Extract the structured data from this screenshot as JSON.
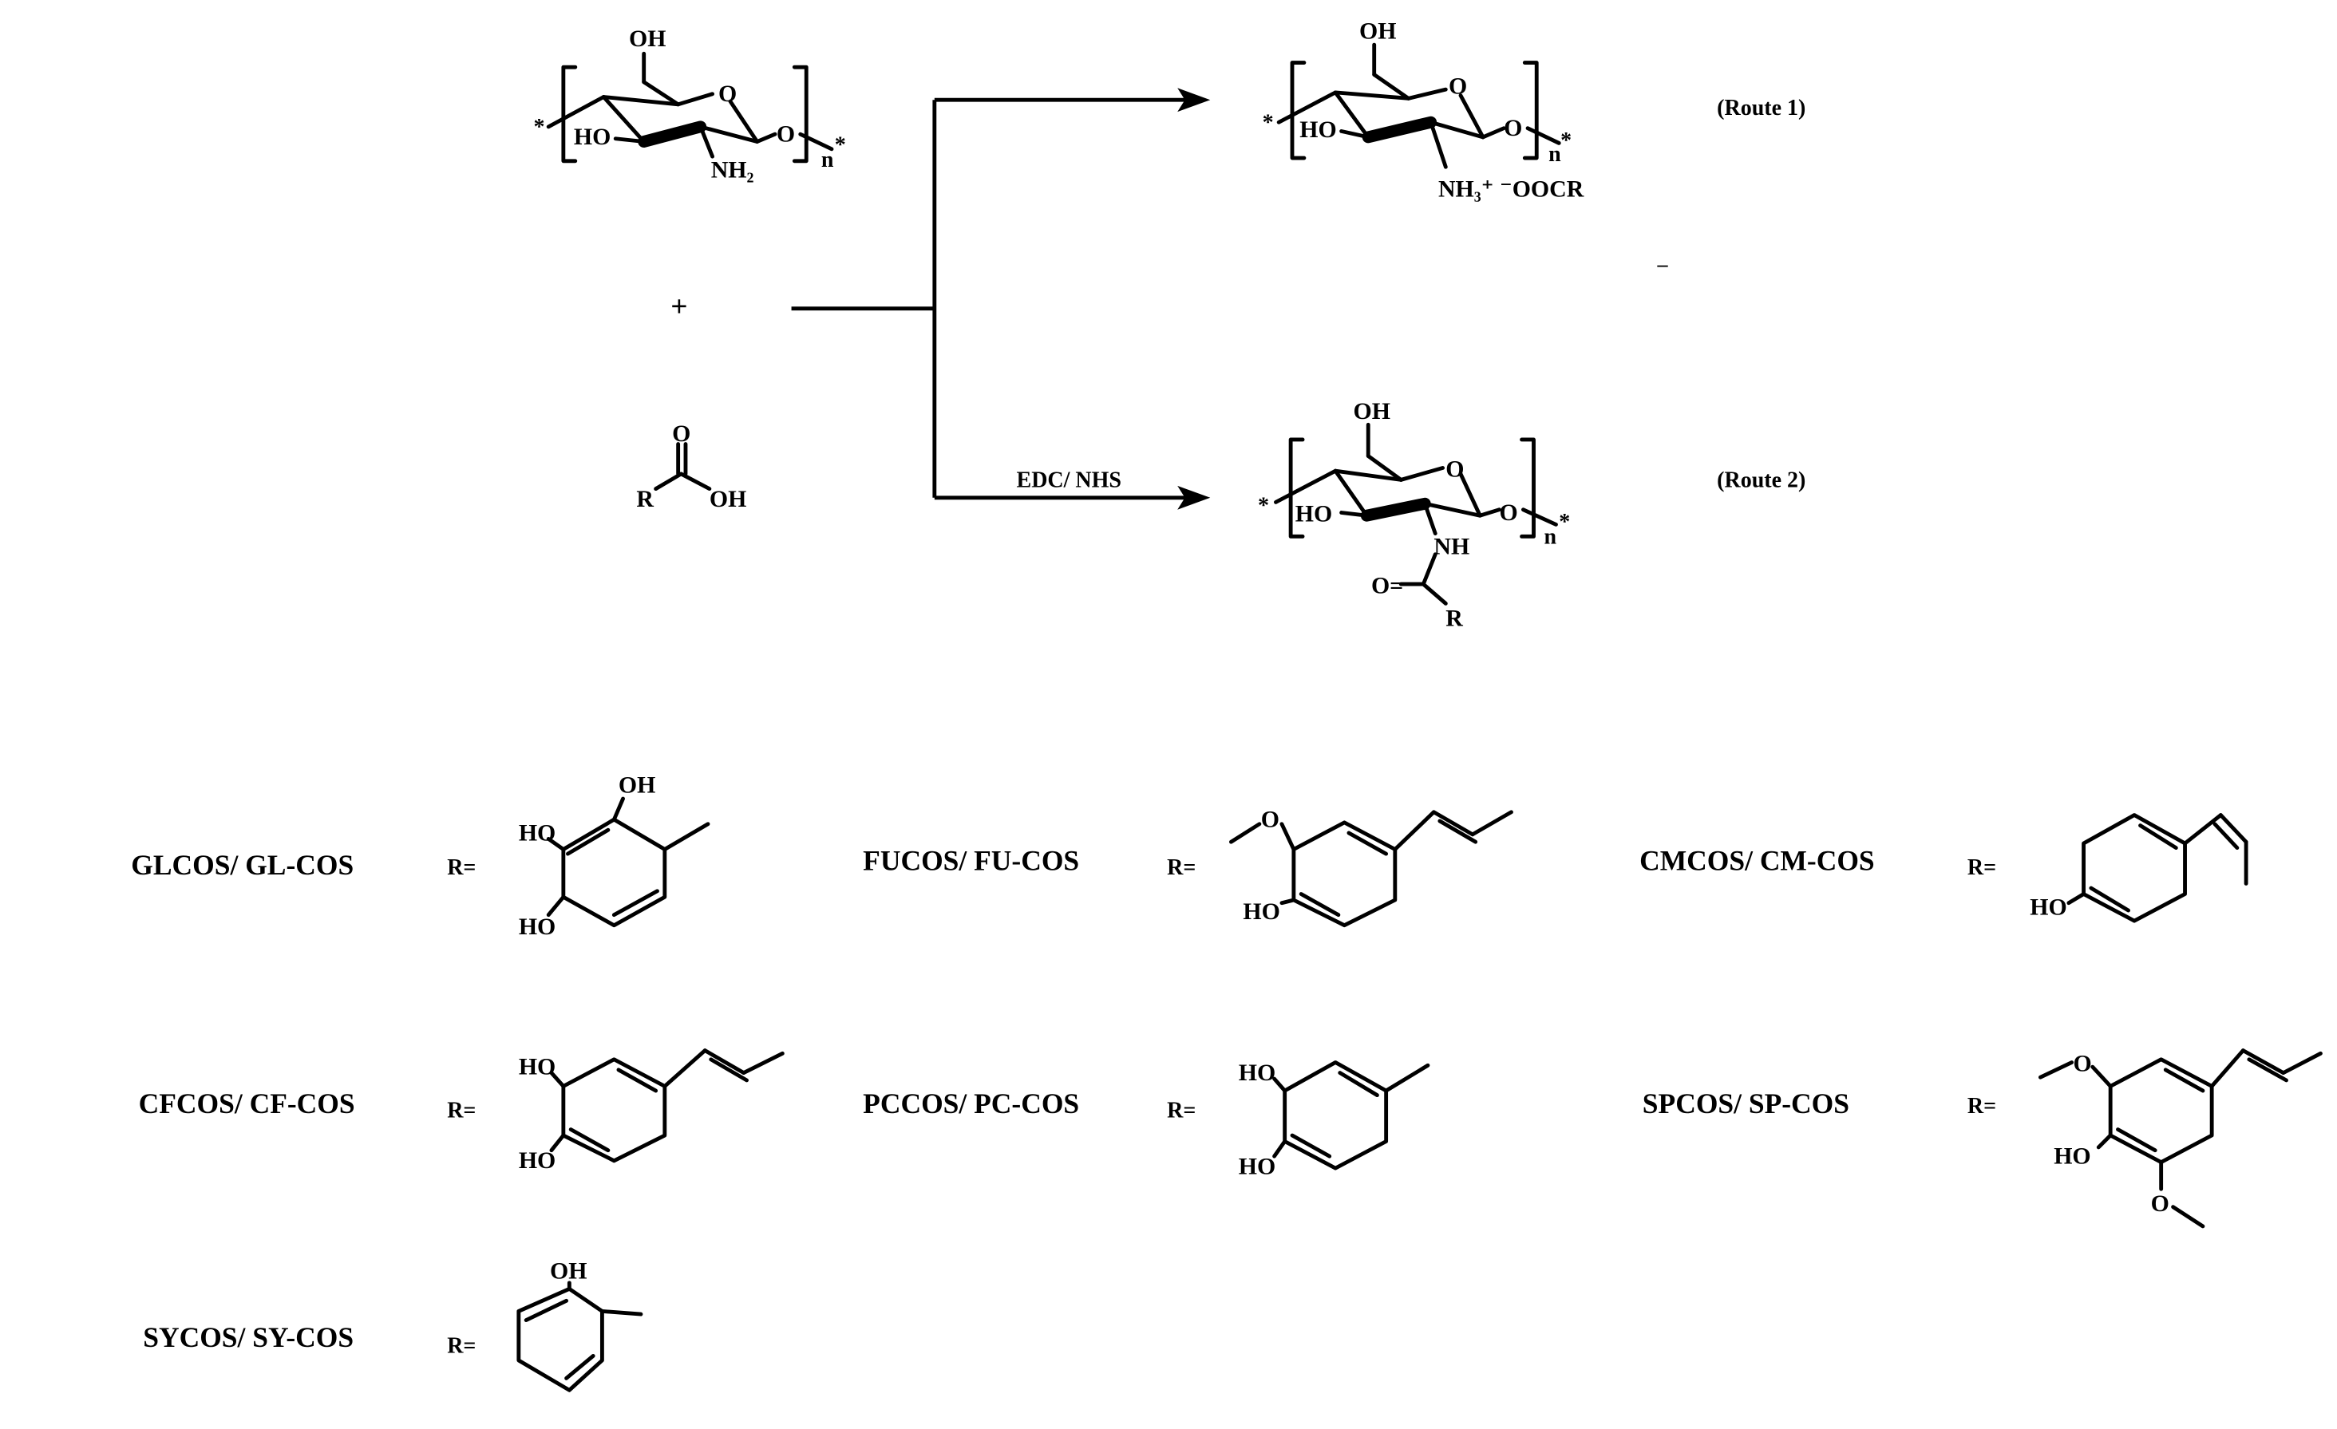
{
  "reaction": {
    "plus": "+",
    "dash": "–",
    "reagent_label": "EDC/ NHS",
    "route1_label": "(Route 1)",
    "route2_label": "(Route 2)"
  },
  "chitosan": {
    "oh": "OH",
    "ring_o": "O",
    "ho": "HO",
    "nh2": "NH₂",
    "glyco_o": "O",
    "star_left": "*",
    "star_right": "*",
    "n": "n"
  },
  "acid": {
    "o": "O",
    "r": "R",
    "oh": "OH"
  },
  "product1": {
    "oh": "OH",
    "ring_o": "O",
    "ho": "HO",
    "nh3": "NH₃⁺ ⁻OOCR",
    "glyco_o": "O",
    "star_left": "*",
    "star_right": "*",
    "n": "n"
  },
  "product2": {
    "oh": "OH",
    "ring_o": "O",
    "ho": "HO",
    "nh": "NH",
    "carbonyl_o": "O=",
    "r": "R",
    "glyco_o": "O",
    "star_left": "*",
    "star_right": "*",
    "n": "n"
  },
  "r_groups": [
    {
      "name": "GLCOS/ GL-COS",
      "r_label": "R=",
      "sub_labels": [
        "OH",
        "HO",
        "HO"
      ]
    },
    {
      "name": "FUCOS/ FU-COS",
      "r_label": "R=",
      "sub_labels": [
        "O",
        "HO"
      ]
    },
    {
      "name": "CMCOS/ CM-COS",
      "r_label": "R=",
      "sub_labels": [
        "HO"
      ]
    },
    {
      "name": "CFCOS/ CF-COS",
      "r_label": "R=",
      "sub_labels": [
        "HO",
        "HO"
      ]
    },
    {
      "name": "PCCOS/ PC-COS",
      "r_label": "R=",
      "sub_labels": [
        "HO",
        "HO"
      ]
    },
    {
      "name": "SPCOS/ SP-COS",
      "r_label": "R=",
      "sub_labels": [
        "O",
        "HO",
        "O"
      ]
    },
    {
      "name": "SYCOS/ SY-COS",
      "r_label": "R=",
      "sub_labels": [
        "OH"
      ]
    }
  ]
}
